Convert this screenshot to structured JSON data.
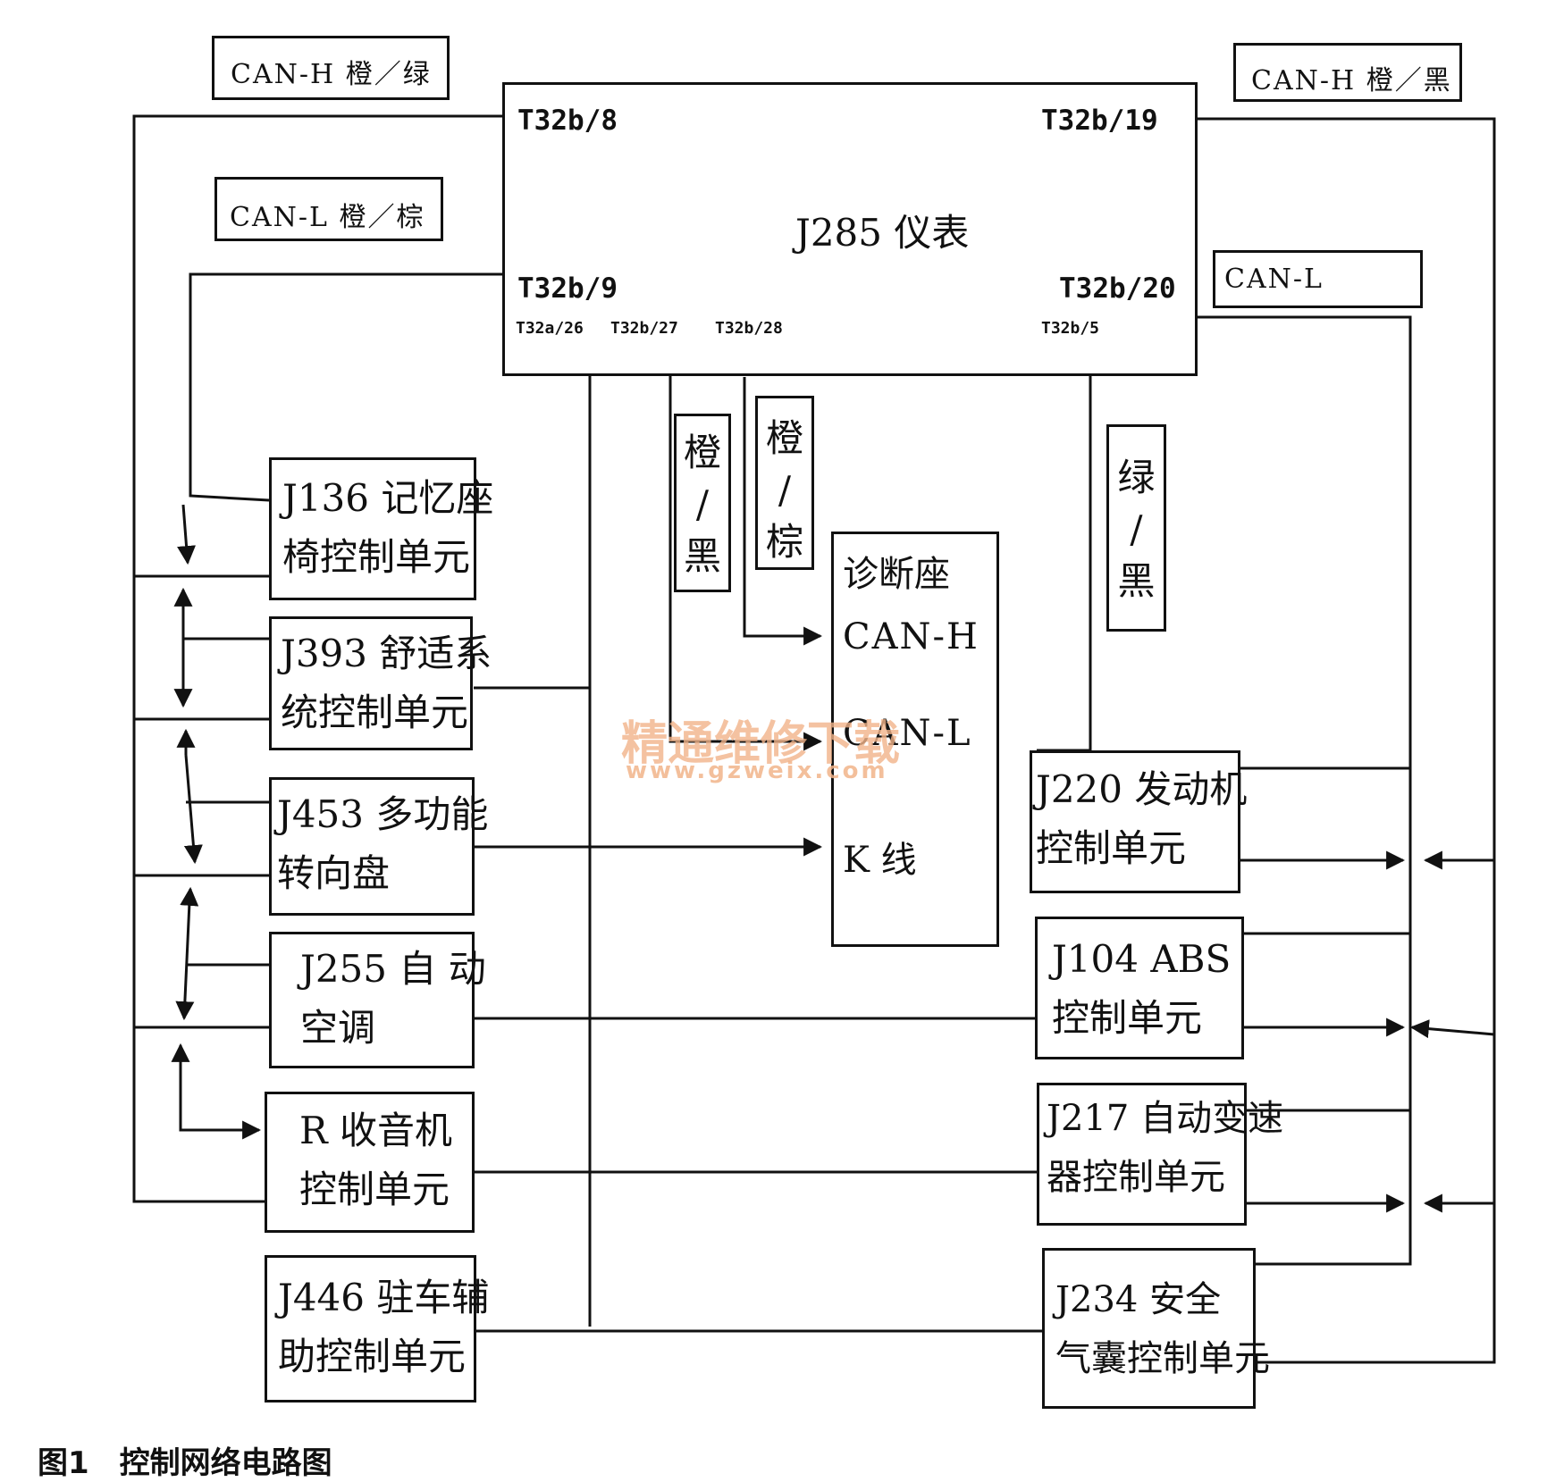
{
  "labels": {
    "can_h_orange_green": "CAN-H 橙／绿",
    "can_l_orange_brown": "CAN-L 橙／棕",
    "can_h_orange_black": "CAN-H 橙／黑",
    "can_l": "CAN-L"
  },
  "j285": {
    "title": "J285 仪表",
    "pins": {
      "p8": "T32b/8",
      "p19": "T32b/19",
      "p9": "T32b/9",
      "p20": "T32b/20",
      "pa26": "T32a/26",
      "p27": "T32b/27",
      "p28": "T32b/28",
      "p5": "T32b/5"
    }
  },
  "wire_colors": {
    "orange_black": [
      "橙",
      "/",
      "黑"
    ],
    "orange_brown": [
      "橙",
      "/",
      "棕"
    ],
    "green_black": [
      "绿",
      "/",
      "黑"
    ]
  },
  "diag": {
    "title": "诊断座",
    "can_h": "CAN-H",
    "can_l": "CAN-L",
    "k": "K 线"
  },
  "left_units": [
    {
      "l1": "J136 记忆座",
      "l2": "椅控制单元"
    },
    {
      "l1": "J393 舒适系",
      "l2": "统控制单元"
    },
    {
      "l1": "J453 多功能",
      "l2": "转向盘"
    },
    {
      "l1": "J255 自 动",
      "l2": "空调"
    },
    {
      "l1": "R 收音机",
      "l2": "控制单元"
    },
    {
      "l1": "J446 驻车辅",
      "l2": "助控制单元"
    }
  ],
  "right_units": [
    {
      "l1": "J220 发动机",
      "l2": "控制单元"
    },
    {
      "l1": "J104  ABS",
      "l2": "控制单元"
    },
    {
      "l1": "J217 自动变速",
      "l2": "器控制单元"
    },
    {
      "l1": "J234 安全",
      "l2": "气囊控制单元"
    }
  ],
  "watermark": {
    "line1": "精通维修下载",
    "line2": "www.gzweix.com"
  },
  "caption": "图1　控制网络电路图"
}
